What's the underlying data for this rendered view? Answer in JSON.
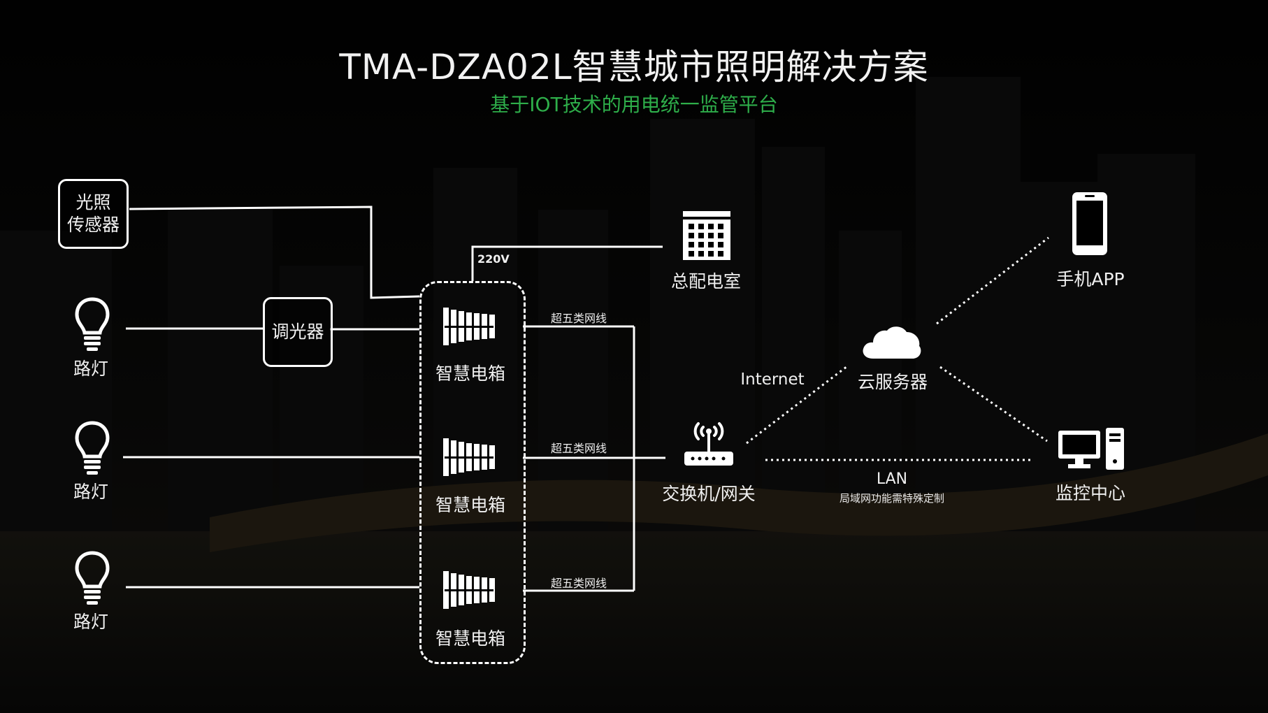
{
  "header": {
    "title": "TMA-DZA02L智慧城市照明解决方案",
    "subtitle": "基于IOT技术的用电统一监管平台"
  },
  "nodes": {
    "light_sensor": "光照\n传感器",
    "dimmer": "调光器",
    "street_lights": [
      "路灯",
      "路灯",
      "路灯"
    ],
    "smart_boxes": [
      "智慧电箱",
      "智慧电箱",
      "智慧电箱"
    ],
    "distribution_room": "总配电室",
    "switch_gateway": "交换机/网关",
    "cloud_server": "云服务器",
    "mobile_app": "手机APP",
    "monitor_center": "监控中心"
  },
  "links": {
    "voltage": "220V",
    "cable": [
      "超五类网线",
      "超五类网线",
      "超五类网线"
    ],
    "internet": "Internet",
    "lan": "LAN",
    "lan_note": "局域网功能需特殊定制"
  },
  "colors": {
    "background": "#000000",
    "title": "#f2f2f2",
    "subtitle": "#2eae4a",
    "lines": "#ffffff"
  },
  "icons": {
    "street_light": "lightbulb-icon",
    "smart_box": "distribution-box-icon",
    "distribution_room": "building-grid-icon",
    "switch_gateway": "router-icon",
    "cloud_server": "cloud-icon",
    "mobile_app": "smartphone-icon",
    "monitor_center": "desktop-computer-icon"
  }
}
